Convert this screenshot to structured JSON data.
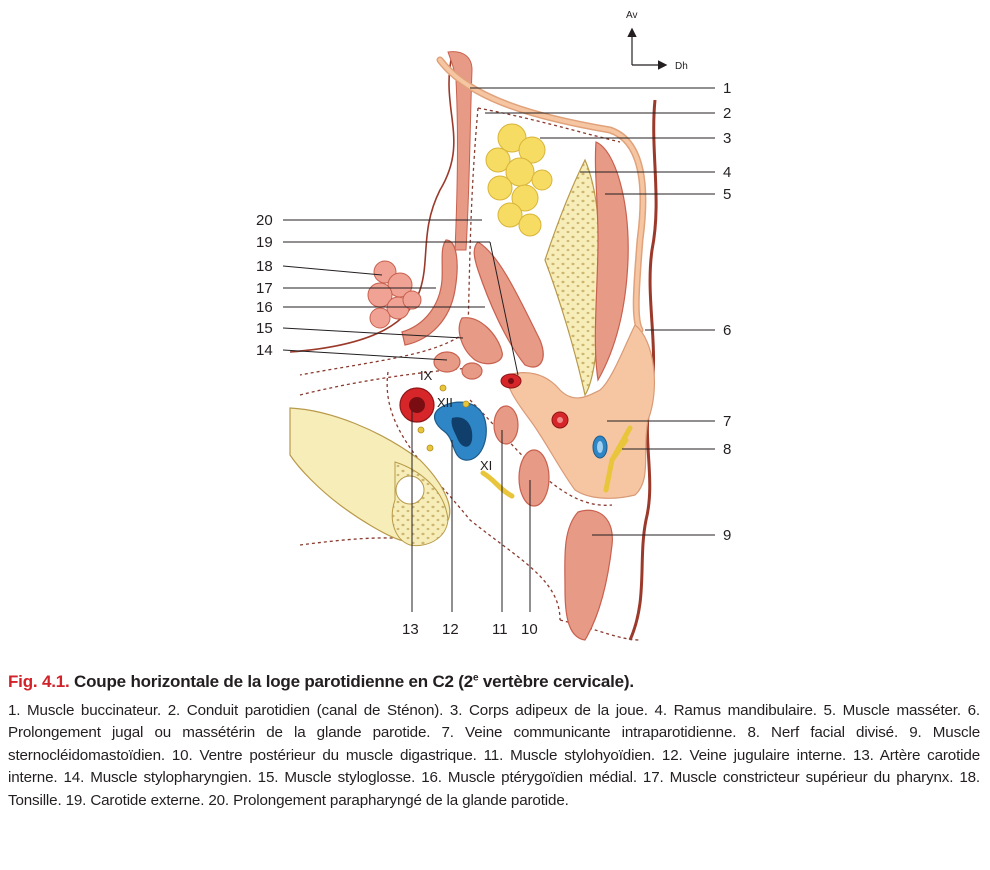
{
  "orientation": {
    "vertical_axis": "Av",
    "horizontal_axis": "Dh"
  },
  "callouts": [
    {
      "n": "1"
    },
    {
      "n": "2"
    },
    {
      "n": "3"
    },
    {
      "n": "4"
    },
    {
      "n": "5"
    },
    {
      "n": "6"
    },
    {
      "n": "7"
    },
    {
      "n": "8"
    },
    {
      "n": "9"
    },
    {
      "n": "10"
    },
    {
      "n": "11"
    },
    {
      "n": "12"
    },
    {
      "n": "13"
    },
    {
      "n": "14"
    },
    {
      "n": "15"
    },
    {
      "n": "16"
    },
    {
      "n": "17"
    },
    {
      "n": "18"
    },
    {
      "n": "19"
    },
    {
      "n": "20"
    }
  ],
  "nerve_labels": {
    "ix": "IX",
    "xii": "XII",
    "xi": "XI"
  },
  "caption": {
    "figure_number": "Fig. 4.1.",
    "title_before_sup": "Coupe horizontale de la loge parotidienne en C2 (2",
    "title_sup": "e",
    "title_after_sup": " vertèbre cervicale).",
    "legend": "1. Muscle buccinateur. 2. Conduit parotidien (canal de Sténon). 3. Corps adipeux de la joue. 4. Ramus mandibulaire. 5. Muscle masséter. 6. Prolongement jugal ou massétérin de la glande parotide. 7. Veine communicante intraparotidienne. 8. Nerf facial divisé. 9. Muscle sternocléidomastoïdien. 10. Ventre postérieur du muscle digastrique. 11. Muscle stylohyoïdien. 12. Veine jugulaire interne. 13. Artère carotide interne. 14. Muscle stylopharyngien. 15. Muscle styloglosse. 16. Muscle ptérygoïdien médial. 17. Muscle constricteur supérieur du pharynx. 18. Tonsille. 19. Carotide externe. 20. Prolongement parapharyngé de la glande parotide."
  },
  "colors": {
    "muscle": "#e79a86",
    "muscle_dark": "#c8614f",
    "bone": "#f7edb8",
    "bone_dot": "#cdb670",
    "gland": "#f6c6a2",
    "fat": "#f6dc62",
    "artery": "#d6262a",
    "vein": "#2f86c6",
    "nerve": "#e8c53a",
    "skin": "#9b3a2b",
    "caption_red": "#d2232a"
  }
}
